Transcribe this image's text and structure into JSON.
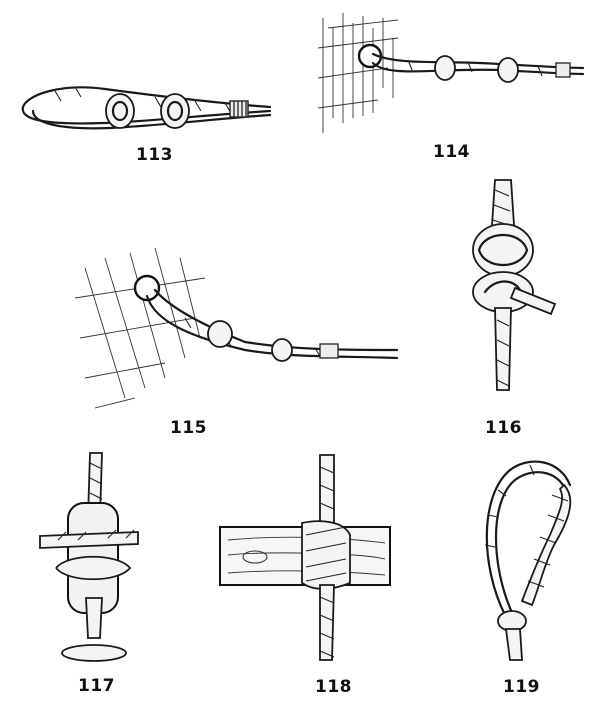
{
  "figures": [
    {
      "id": "113",
      "label": "113"
    },
    {
      "id": "114",
      "label": "114"
    },
    {
      "id": "115",
      "label": "115"
    },
    {
      "id": "116",
      "label": "116"
    },
    {
      "id": "117",
      "label": "117"
    },
    {
      "id": "118",
      "label": "118"
    },
    {
      "id": "119",
      "label": "119"
    }
  ]
}
